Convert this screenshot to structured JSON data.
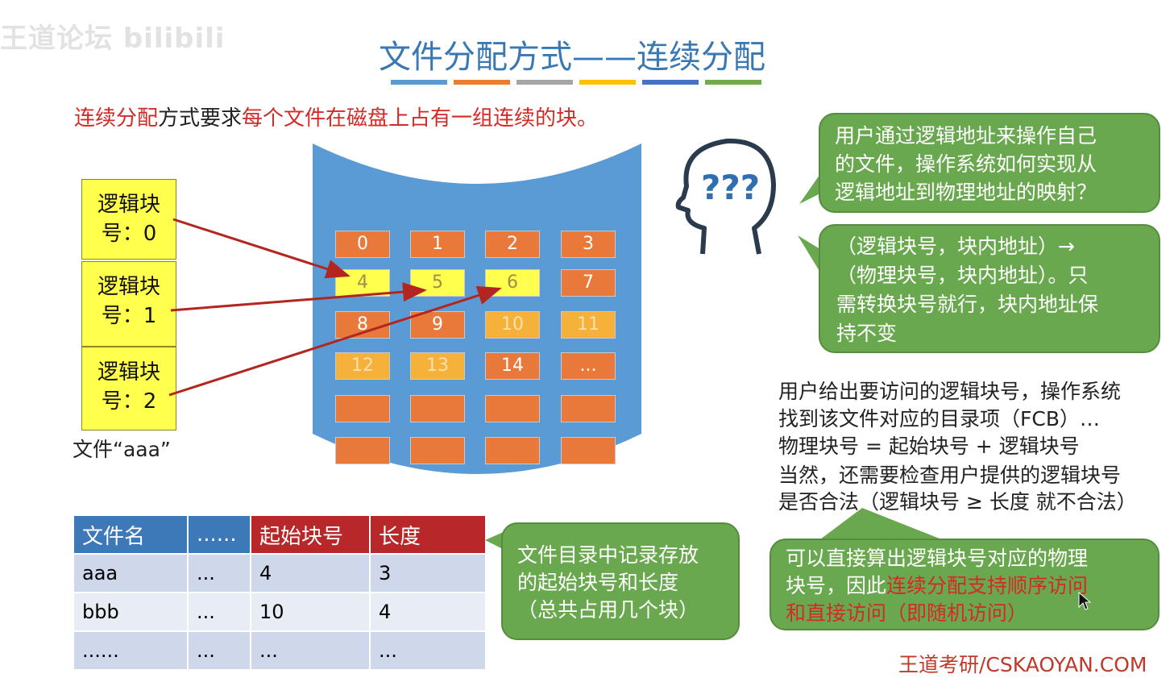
{
  "watermark": "王道论坛 bilibili",
  "title": "文件分配方式——连续分配",
  "title_bars": [
    "#5b9bd5",
    "#ed7d31",
    "#a5a5a5",
    "#ffc000",
    "#4472c4",
    "#70ad47"
  ],
  "intro": {
    "part1": "连续分配",
    "part2": "方式要求",
    "part3": "每个文件在磁盘上占有一组连续的块。"
  },
  "logical_blocks": [
    {
      "line1": "逻辑块",
      "line2": "号：0"
    },
    {
      "line1": "逻辑块",
      "line2": "号：1"
    },
    {
      "line1": "逻辑块",
      "line2": "号：2"
    }
  ],
  "file_label": "文件“aaa”",
  "disk_cells": [
    [
      {
        "text": "0",
        "kind": "orange"
      },
      {
        "text": "1",
        "kind": "orange"
      },
      {
        "text": "2",
        "kind": "orange"
      },
      {
        "text": "3",
        "kind": "orange"
      }
    ],
    [
      {
        "text": "4",
        "kind": "yellow"
      },
      {
        "text": "5",
        "kind": "yellow"
      },
      {
        "text": "6",
        "kind": "yellow"
      },
      {
        "text": "7",
        "kind": "orange"
      }
    ],
    [
      {
        "text": "8",
        "kind": "orange"
      },
      {
        "text": "9",
        "kind": "orange"
      },
      {
        "text": "10",
        "kind": "amber"
      },
      {
        "text": "11",
        "kind": "amber"
      }
    ],
    [
      {
        "text": "12",
        "kind": "amber"
      },
      {
        "text": "13",
        "kind": "amber"
      },
      {
        "text": "14",
        "kind": "orange"
      },
      {
        "text": "...",
        "kind": "orange"
      }
    ],
    [
      {
        "text": "",
        "kind": "orange"
      },
      {
        "text": "",
        "kind": "orange"
      },
      {
        "text": "",
        "kind": "orange"
      },
      {
        "text": "",
        "kind": "orange"
      }
    ],
    [
      {
        "text": "",
        "kind": "orange"
      },
      {
        "text": "",
        "kind": "orange"
      },
      {
        "text": "",
        "kind": "orange"
      },
      {
        "text": "",
        "kind": "orange"
      }
    ]
  ],
  "thinking_icon": "head-question-icon",
  "thinking_marks": "???",
  "bubble_question": {
    "line1": "用户通过逻辑地址来操作自己",
    "line2": "的文件，操作系统如何实现从",
    "line3": "逻辑地址到物理地址的映射？"
  },
  "bubble_mapping": {
    "line1": "（逻辑块号，块内地址）→",
    "line2": "（物理块号，块内地址）。只",
    "line3": "需转换块号就行，块内地址保",
    "line4": "持不变"
  },
  "explanation": {
    "line1": "用户给出要访问的逻辑块号，操作系统",
    "line2": "找到该文件对应的目录项（FCB）…",
    "formula": "物理块号 = 起始块号 + 逻辑块号",
    "line4": "当然，还需要检查用户提供的逻辑块号",
    "line5": "是否合法（逻辑块号 ≥ 长度 就不合法）"
  },
  "bubble_access": {
    "line1": "可以直接算出逻辑块号对应的物理",
    "line2a": "块号，因此",
    "line2b": "连续分配支持顺序访问",
    "line3": "和直接访问（即随机访问）"
  },
  "directory_table": {
    "headers": [
      "文件名",
      "......",
      "起始块号",
      "长度"
    ],
    "rows": [
      [
        "aaa",
        "...",
        "4",
        "3"
      ],
      [
        "bbb",
        "...",
        "10",
        "4"
      ],
      [
        "......",
        "...",
        "...",
        "..."
      ]
    ]
  },
  "bubble_directory": {
    "line1": "文件目录中记录存放",
    "line2": "的起始块号和长度",
    "line3": "（总共占用几个块）"
  },
  "footer": "王道考研/CSKAOYAN.COM"
}
